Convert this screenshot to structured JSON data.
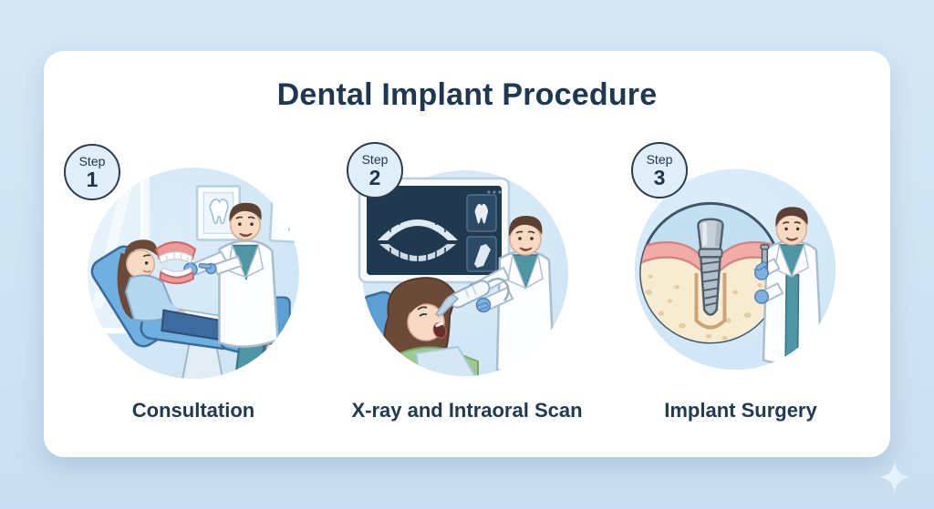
{
  "page": {
    "title": "Dental Implant Procedure"
  },
  "steps": [
    {
      "badge_label": "Step",
      "number": "1",
      "caption": "Consultation",
      "illustration": "dentist-showing-dental-model-to-patient-in-chair"
    },
    {
      "badge_label": "Step",
      "number": "2",
      "caption": "X-ray and Intraoral Scan",
      "illustration": "dentist-scanning-patient-mouth-with-panoramic-xray-monitor"
    },
    {
      "badge_label": "Step",
      "number": "3",
      "caption": "Implant Surgery",
      "illustration": "implant-screw-cross-section-in-jawbone-with-dentist"
    }
  ],
  "icons": {
    "sparkle": "four-point-sparkle",
    "tooth_frame": "tooth-picture-frame",
    "plant_frame": "plant-picture-frame"
  },
  "colors": {
    "background": "#cfe3f2",
    "card": "#ffffff",
    "heading": "#1d3850",
    "badge_fill": "#e0eef9",
    "badge_border": "#2b3b4b",
    "scene_circle": "#d3e8f6",
    "chair_blue": "#6fb0e0",
    "scrubs_teal": "#4f96a5",
    "glove_blue": "#7fb0de",
    "gum_pink": "#f2aba7",
    "bone_beige": "#f7ecd2",
    "xray_screen": "#20394f"
  }
}
